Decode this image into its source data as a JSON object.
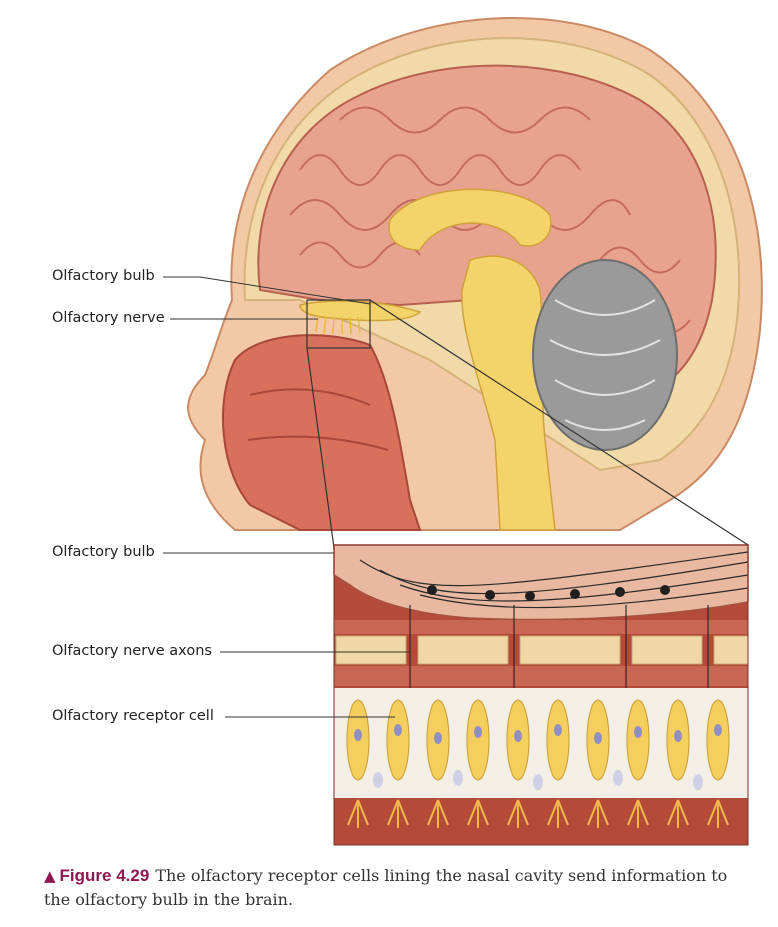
{
  "labels": {
    "olfactory_bulb_top": "Olfactory bulb",
    "olfactory_nerve": "Olfactory nerve",
    "olfactory_bulb_bottom": "Olfactory bulb",
    "olfactory_nerve_axons": "Olfactory nerve axons",
    "olfactory_receptor_cell": "Olfactory receptor cell"
  },
  "caption": {
    "figure_number": "Figure 4.29",
    "text": "The olfactory receptor cells lining the nasal cavity send information to the olfactory bulb in the brain."
  },
  "colors": {
    "skin": "#f2c9a4",
    "brain": "#e8a38f",
    "brain_outline": "#b8604f",
    "skull": "#f1d9a8",
    "cerebellum": "#9a9a9a",
    "brainstem": "#f5d36b",
    "nasal": "#d9705c",
    "accent": "#8c1a4e"
  }
}
